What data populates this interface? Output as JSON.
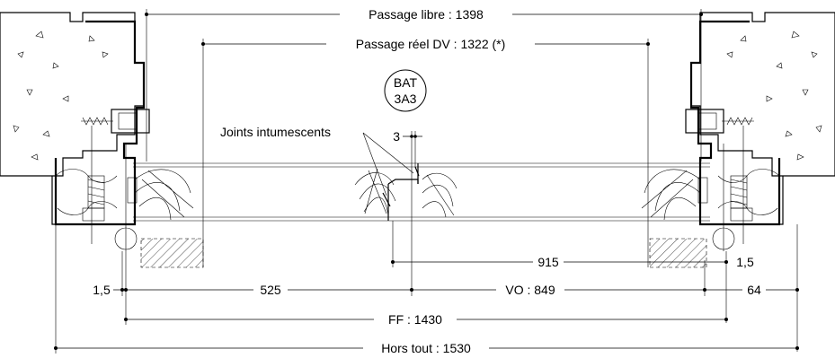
{
  "dimensions": {
    "passage_libre": "Passage libre : 1398",
    "passage_reel": "Passage réel DV : 1322 (*)",
    "joint_gap": "3",
    "dim_915": "915",
    "gap_left": "1,5",
    "gap_right": "1,5",
    "leaf_525": "525",
    "vo": "VO : 849",
    "frame_64": "64",
    "ff": "FF : 1430",
    "hors_tout": "Hors tout : 1530"
  },
  "labels": {
    "joints": "Joints intumescents",
    "bat_line1": "BAT",
    "bat_line2": "3A3"
  }
}
